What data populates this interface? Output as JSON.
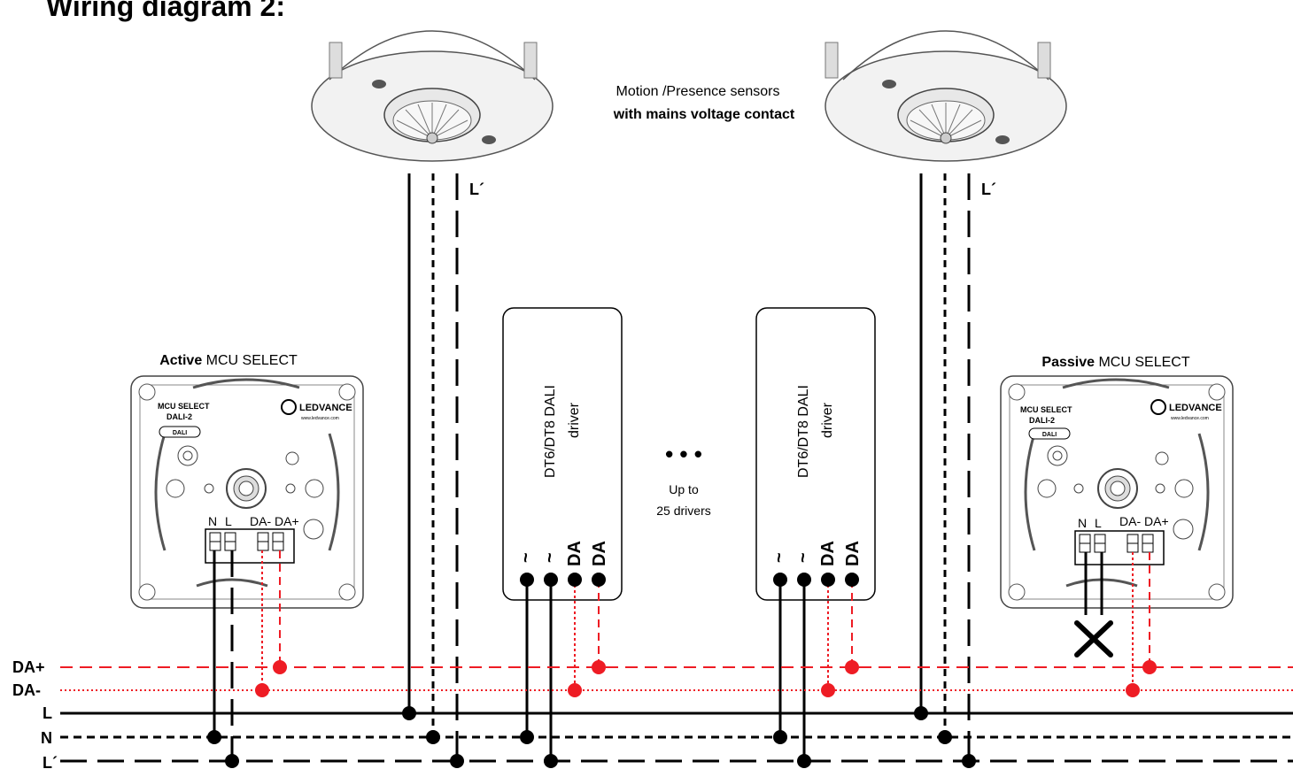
{
  "title": "Wiring diagram 2:",
  "sensors": {
    "caption_line1": "Motion /Presence sensors",
    "caption_line2": "with mains voltage contact",
    "output_label": "L´"
  },
  "buses": {
    "da_plus": "DA+",
    "da_minus": "DA-",
    "l": "L",
    "n": "N",
    "l_prime": "L´"
  },
  "active_mcu": {
    "label_bold": "Active",
    "label_rest": " MCU SELECT",
    "product_line1": "MCU SELECT",
    "product_line2": "DALI-2",
    "dali_badge": "DALI",
    "brand": "LEDVANCE",
    "website": "www.ledvance.com",
    "terminal_n": "N",
    "terminal_l": "L",
    "terminal_da": "DA- DA+"
  },
  "passive_mcu": {
    "label_bold": "Passive",
    "label_rest": " MCU SELECT",
    "product_line1": "MCU SELECT",
    "product_line2": "DALI-2",
    "dali_badge": "DALI",
    "brand": "LEDVANCE",
    "website": "www.ledvance.com",
    "terminal_n": "N",
    "terminal_l": "L",
    "terminal_da": "DA- DA+"
  },
  "drivers": {
    "name_line1": "DT6/DT8 DALI",
    "name_line2": "driver",
    "terminal_ac1": "~",
    "terminal_ac2": "~",
    "terminal_da1": "DA",
    "terminal_da2": "DA",
    "ellipsis": "• • •",
    "count_line1": "Up to",
    "count_line2": "25 drivers"
  },
  "colors": {
    "dali": "#ee1c24",
    "wire": "#000000"
  }
}
